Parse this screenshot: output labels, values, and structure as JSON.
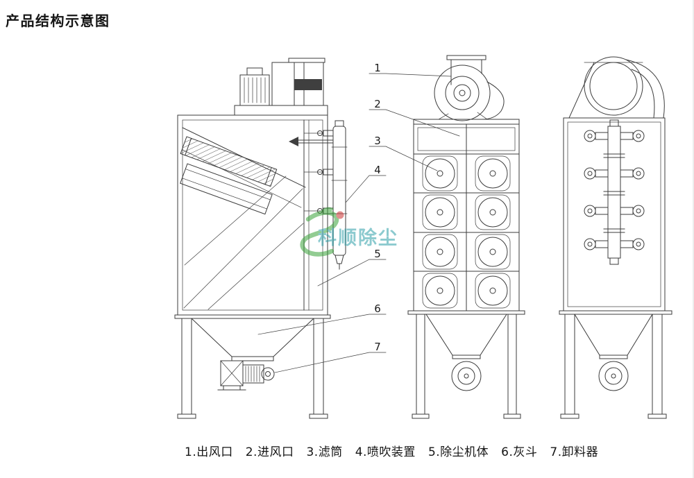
{
  "page": {
    "title": "产品结构示意图"
  },
  "callouts": [
    {
      "n": "1"
    },
    {
      "n": "2"
    },
    {
      "n": "3"
    },
    {
      "n": "4"
    },
    {
      "n": "5"
    },
    {
      "n": "6"
    },
    {
      "n": "7"
    }
  ],
  "legend": {
    "items": [
      {
        "num": "1",
        "label": "出风口",
        "text": "1.出风口"
      },
      {
        "num": "2",
        "label": "进风口",
        "text": "2.进风口"
      },
      {
        "num": "3",
        "label": "滤筒",
        "text": "3.滤筒"
      },
      {
        "num": "4",
        "label": "喷吹装置",
        "text": "4.喷吹装置"
      },
      {
        "num": "5",
        "label": "除尘机体",
        "text": "5.除尘机体"
      },
      {
        "num": "6",
        "label": "灰斗",
        "text": "6.灰斗"
      },
      {
        "num": "7",
        "label": "卸料器",
        "text": "7.卸料器"
      }
    ]
  },
  "watermark": {
    "text": "科顺除尘"
  },
  "colors": {
    "watermark_green": "#3aa43a",
    "watermark_red": "#cc3333",
    "watermark_teal": "#2f9fa8"
  }
}
